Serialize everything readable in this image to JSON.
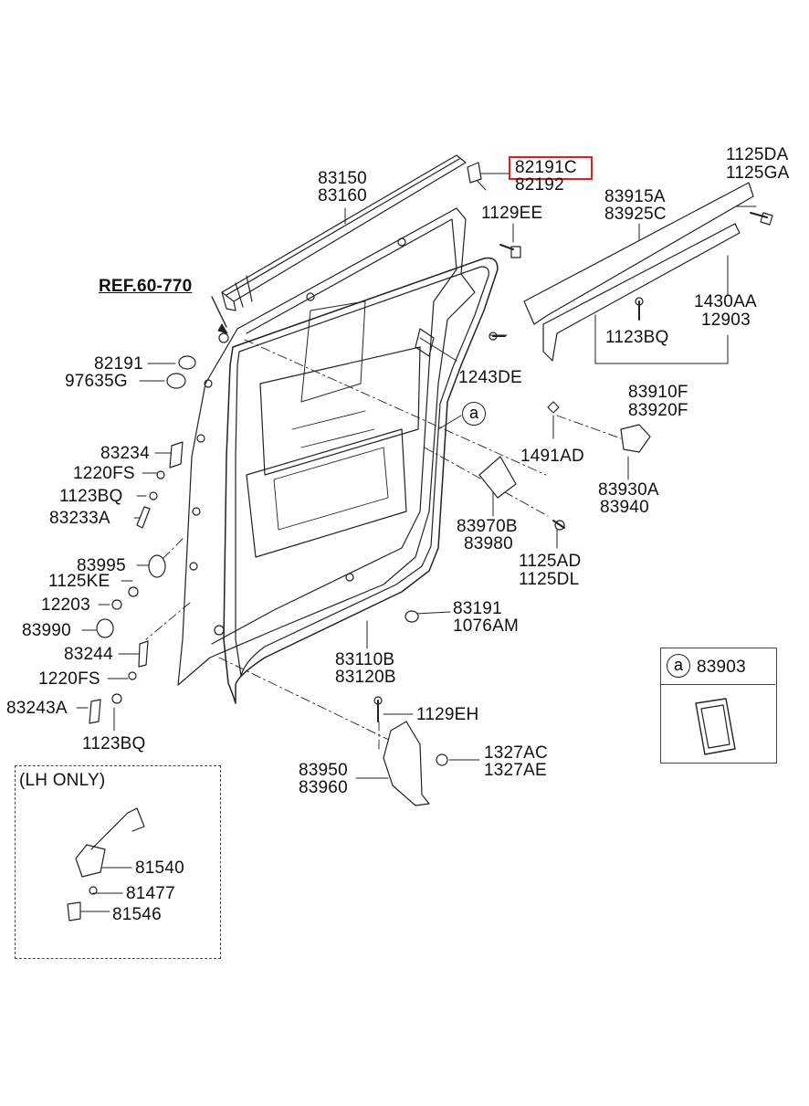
{
  "labels": {
    "p83150": "83150",
    "p83160": "83160",
    "p82191C": "82191C",
    "p82192": "82192",
    "p1129EE": "1129EE",
    "p83915A": "83915A",
    "p83925C": "83925C",
    "p1125DA": "1125DA",
    "p1125GA": "1125GA",
    "ref": "REF.60-770",
    "p1430AA": "1430AA",
    "p12903": "12903",
    "p1123BQ_top": "1123BQ",
    "p82191": "82191",
    "p97635G": "97635G",
    "p1243DE": "1243DE",
    "p83910F": "83910F",
    "p83920F": "83920F",
    "p83234": "83234",
    "p1491AD": "1491AD",
    "p1220FS_top": "1220FS",
    "p83930A": "83930A",
    "p1123BQ_mid": "1123BQ",
    "p83940": "83940",
    "p83233A": "83233A",
    "p83970B": "83970B",
    "p83980": "83980",
    "p83995": "83995",
    "p1125AD": "1125AD",
    "p1125KE": "1125KE",
    "p1125DL": "1125DL",
    "p12203": "12203",
    "p83191": "83191",
    "p83990": "83990",
    "p1076AM": "1076AM",
    "p83244": "83244",
    "p83110B": "83110B",
    "p1220FS_bot": "1220FS",
    "p83120B": "83120B",
    "p83243A": "83243A",
    "p1129EH": "1129EH",
    "p1123BQ_bot": "1123BQ",
    "p1327AC": "1327AC",
    "p83950": "83950",
    "p1327AE": "1327AE",
    "p83960": "83960",
    "lh_only": "(LH ONLY)",
    "p81540": "81540",
    "p81477": "81477",
    "p81546": "81546",
    "callout_a": "a",
    "legend_a": "a",
    "p83903": "83903"
  },
  "colors": {
    "highlight": "#e02020",
    "line": "#222222"
  }
}
